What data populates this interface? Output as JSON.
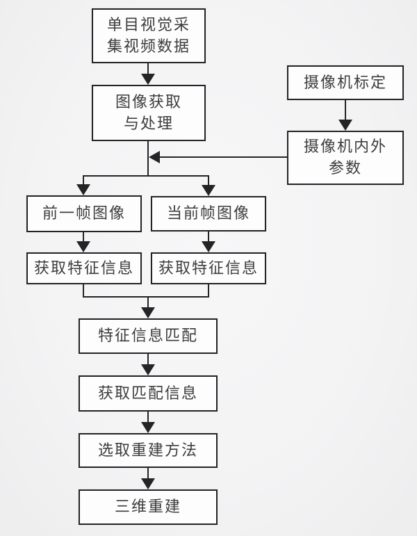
{
  "diagram": {
    "type": "flowchart",
    "description": "Monocular-vision 3D reconstruction pipeline flowchart",
    "colors": {
      "background": "#f3f3f4",
      "box_fill": "#fdfdfd",
      "line": "#242426",
      "text": "#3c3c3e"
    },
    "nodes": [
      {
        "id": "capture-video",
        "label": "单目视觉采\n集视频数据"
      },
      {
        "id": "image-acquisition",
        "label": "图像获取\n与处理"
      },
      {
        "id": "camera-calibration",
        "label": "摄像机标定"
      },
      {
        "id": "camera-params",
        "label": "摄像机内外\n参数"
      },
      {
        "id": "previous-frame",
        "label": "前一帧图像"
      },
      {
        "id": "current-frame",
        "label": "当前帧图像"
      },
      {
        "id": "extract-features-left",
        "label": "获取特征信息"
      },
      {
        "id": "extract-features-right",
        "label": "获取特征信息"
      },
      {
        "id": "feature-matching",
        "label": "特征信息匹配"
      },
      {
        "id": "get-match-info",
        "label": "获取匹配信息"
      },
      {
        "id": "select-method",
        "label": "选取重建方法"
      },
      {
        "id": "reconstruction-3d",
        "label": "三维重建"
      }
    ],
    "edges": [
      "capture-video -> image-acquisition",
      "camera-calibration -> camera-params",
      "camera-params -> (junction below image-acquisition)",
      "image-acquisition -> previous-frame",
      "image-acquisition -> current-frame",
      "previous-frame -> extract-features-left",
      "current-frame -> extract-features-right",
      "extract-features-left + extract-features-right -> feature-matching",
      "feature-matching -> get-match-info",
      "get-match-info -> select-method",
      "select-method -> reconstruction-3d"
    ]
  }
}
